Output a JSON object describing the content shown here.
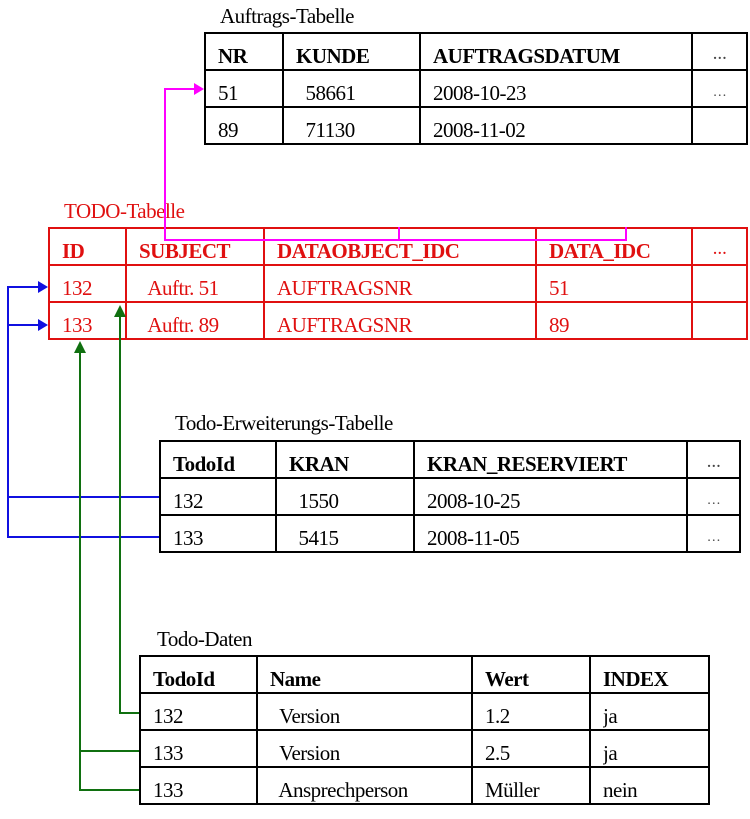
{
  "tables": [
    {
      "id": "auftrag",
      "title": "Auftrags-Tabelle",
      "headers": [
        "NR",
        "KUNDE",
        "AUFTRAGSDATUM",
        "…"
      ],
      "rows": [
        [
          "51",
          "  58661",
          "2008-10-23",
          "…"
        ],
        [
          "89",
          "  71130",
          "2008-11-02",
          ""
        ]
      ]
    },
    {
      "id": "todo",
      "title": "TODO-Tabelle",
      "headers": [
        "ID",
        "SUBJECT",
        "DATAOBJECT_IDC",
        "DATA_IDC",
        "…"
      ],
      "rows": [
        [
          "132",
          "  Auftr. 51",
          "AUFTRAGSNR",
          "51",
          ""
        ],
        [
          "133",
          "  Auftr. 89",
          "AUFTRAGSNR",
          "89",
          ""
        ]
      ]
    },
    {
      "id": "erweiterung",
      "title": "Todo-Erweiterungs-Tabelle",
      "headers": [
        "TodoId",
        "KRAN",
        "KRAN_RESERVIERT",
        "…"
      ],
      "rows": [
        [
          "132",
          "  1550",
          "2008-10-25",
          "…"
        ],
        [
          "133",
          "  5415",
          "2008-11-05",
          "…"
        ]
      ]
    },
    {
      "id": "daten",
      "title": "Todo-Daten",
      "headers": [
        "TodoId",
        "Name",
        "Wert",
        "INDEX"
      ],
      "rows": [
        [
          "132",
          "  Version",
          "1.2",
          "ja"
        ],
        [
          "133",
          "  Version",
          "2.5",
          "ja"
        ],
        [
          "133",
          "  Ansprechperson",
          "Müller",
          "nein"
        ]
      ]
    }
  ],
  "colors": {
    "todo": "#e01010",
    "link_auftrag": "#ff00ff",
    "link_erweiterung": "#1010e0",
    "link_daten": "#107010"
  }
}
